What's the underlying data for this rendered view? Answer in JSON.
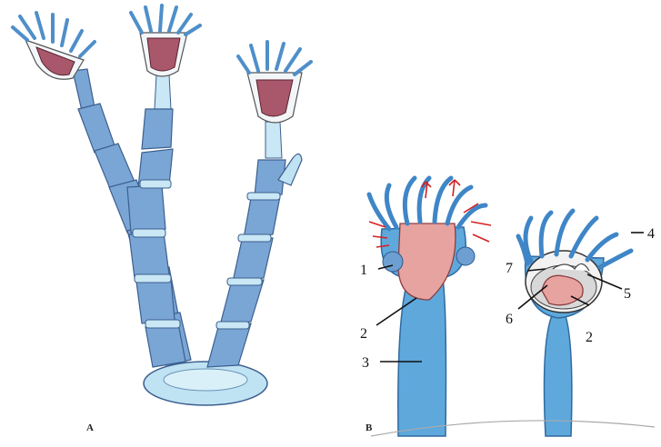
{
  "figure": {
    "panels": {
      "a": "A",
      "b": "B"
    },
    "labels": {
      "l1": "1",
      "l2": "2",
      "l2b": "2",
      "l3": "3",
      "l4": "4",
      "l5": "5",
      "l6": "6",
      "l7": "7"
    },
    "colors": {
      "stalk_blue": "#7aa6d6",
      "tentacle_blue": "#4f8fc9",
      "stomach_pink": "#e7a3a0",
      "current_red": "#d62020"
    }
  }
}
